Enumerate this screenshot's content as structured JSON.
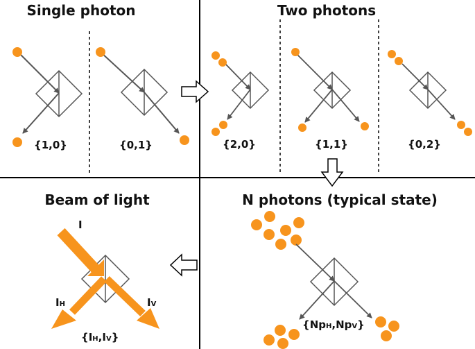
{
  "colors": {
    "photon": "#F7941D",
    "beam": "#F7941D",
    "line": "#555555",
    "frame": "#000000"
  },
  "panels": {
    "single": {
      "title": "Single photon",
      "states": [
        "{1,0}",
        "{0,1}"
      ]
    },
    "two": {
      "title": "Two photons",
      "states": [
        "{2,0}",
        "{1,1}",
        "{0,2}"
      ]
    },
    "beam": {
      "title": "Beam of light",
      "input_label": "I",
      "h_label": {
        "main": "I",
        "sub": "H"
      },
      "v_label": {
        "main": "I",
        "sub": "V"
      },
      "state": {
        "open": "{",
        "i1": "I",
        "s1": "H",
        "comma": ",",
        "i2": "I",
        "s2": "V",
        "close": "}"
      }
    },
    "n": {
      "title": "N photons (typical state)",
      "state": {
        "open": "{",
        "n1": "Np",
        "s1": "H",
        "comma": ",",
        "n2": "Np",
        "s2": "V",
        "close": "}"
      }
    }
  },
  "icons": [
    "arrow-right-icon",
    "arrow-down-icon",
    "arrow-left-icon",
    "beam-splitter-icon",
    "photon-icon"
  ]
}
